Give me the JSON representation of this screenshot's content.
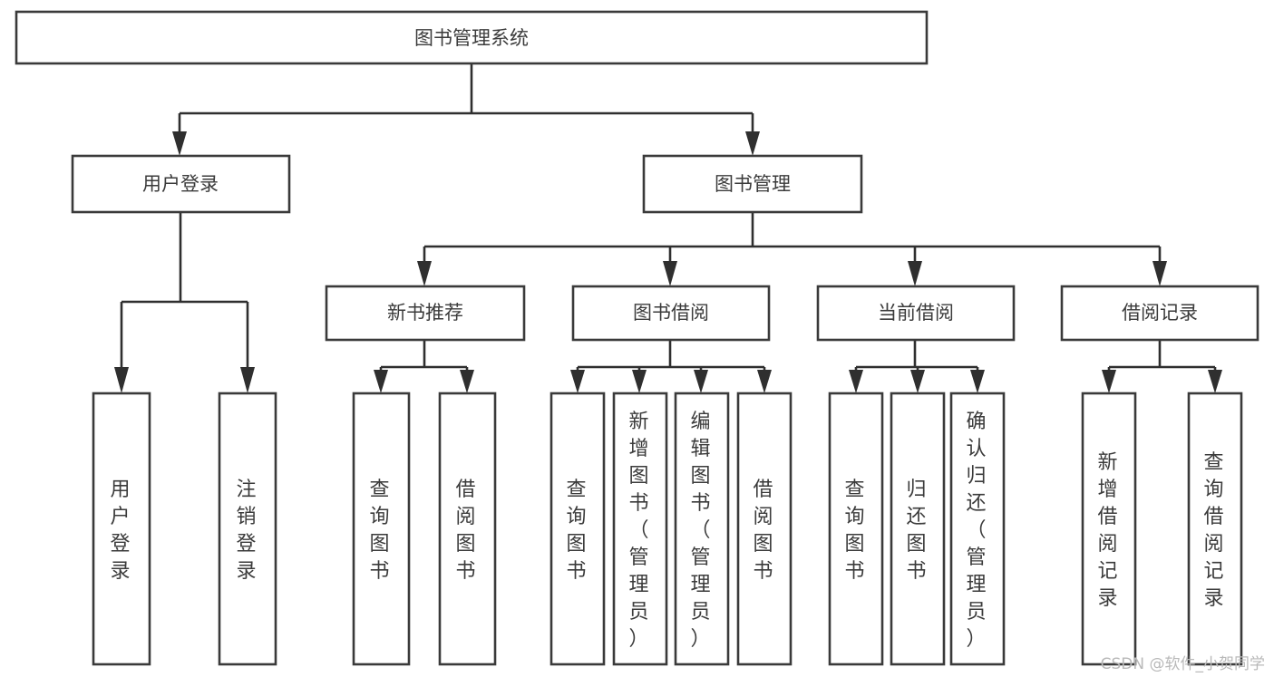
{
  "diagram": {
    "type": "tree",
    "title": "图书管理系统",
    "watermark": "CSDN @软件_小贺同学",
    "colors": {
      "background": "#ffffff",
      "box_stroke": "#3a3a3a",
      "connector": "#2f2f2f",
      "text": "#3b3b3b",
      "watermark": "#b9b9b9"
    },
    "root": {
      "label": "图书管理系统"
    },
    "level2": [
      {
        "label": "用户登录"
      },
      {
        "label": "图书管理"
      }
    ],
    "level3": [
      {
        "label": "新书推荐"
      },
      {
        "label": "图书借阅"
      },
      {
        "label": "当前借阅"
      },
      {
        "label": "借阅记录"
      }
    ],
    "leaves": {
      "user_login": [
        {
          "label": "用户登录"
        },
        {
          "label": "注销登录"
        }
      ],
      "new_book": [
        {
          "label": "查询图书"
        },
        {
          "label": "借阅图书"
        }
      ],
      "book_borrow": [
        {
          "label": "查询图书"
        },
        {
          "label": "新增图书（管理员）"
        },
        {
          "label": "编辑图书（管理员）"
        },
        {
          "label": "借阅图书"
        }
      ],
      "current_borrow": [
        {
          "label": "查询图书"
        },
        {
          "label": "归还图书"
        },
        {
          "label": "确认归还（管理员）"
        }
      ],
      "borrow_record": [
        {
          "label": "新增借阅记录"
        },
        {
          "label": "查询借阅记录"
        }
      ]
    }
  }
}
